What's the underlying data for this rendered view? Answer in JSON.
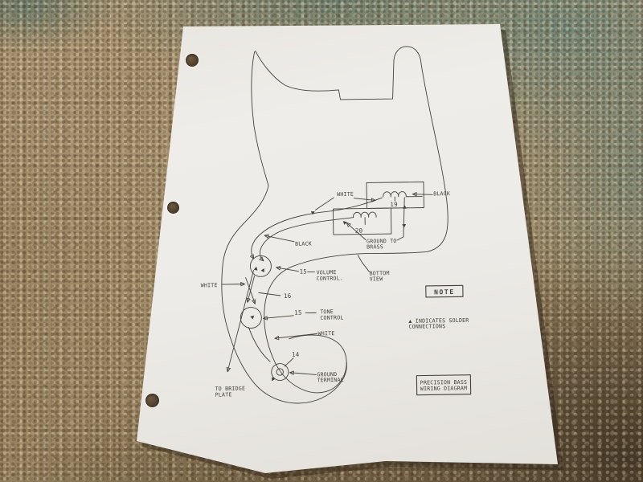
{
  "diagram": {
    "labels": {
      "pickup_white": "WHITE",
      "pickup_black": "BLACK",
      "pickup_upper_number": "19",
      "pickup_lower_number": "20",
      "ground_to_brass_1": "GROUND TO",
      "ground_to_brass_2": "BRASS",
      "bottom_view_1": "BOTTOM",
      "bottom_view_2": "VIEW",
      "wire_black": "BLACK",
      "volume_number": "15",
      "volume_1": "VOLUME",
      "volume_2": "CONTROL.",
      "wire_16": "16",
      "tone_number": "15",
      "tone_1": "TONE",
      "tone_2": "CONTROL",
      "wire_white_left": "WHITE",
      "wire_white_lower": "WHITE",
      "jack_number": "14",
      "ground_terminal_1": "GROUND",
      "ground_terminal_2": "TERMINAL",
      "to_bridge_1": "TO BRIDGE",
      "to_bridge_2": "PLATE"
    },
    "note_box": {
      "title": "NOTE",
      "body_1": "▲ INDICATES SOLDER",
      "body_2": "CONNECTIONS"
    },
    "title_box": {
      "line_1": "PRECISION BASS",
      "line_2": "WIRING DIAGRAM"
    },
    "colors": {
      "ink": "#45413a",
      "paper": "#ebe9e5",
      "carpet_tan": "#a58f68",
      "carpet_green": "#74897c",
      "carpet_dark": "#4a3b2b"
    }
  }
}
